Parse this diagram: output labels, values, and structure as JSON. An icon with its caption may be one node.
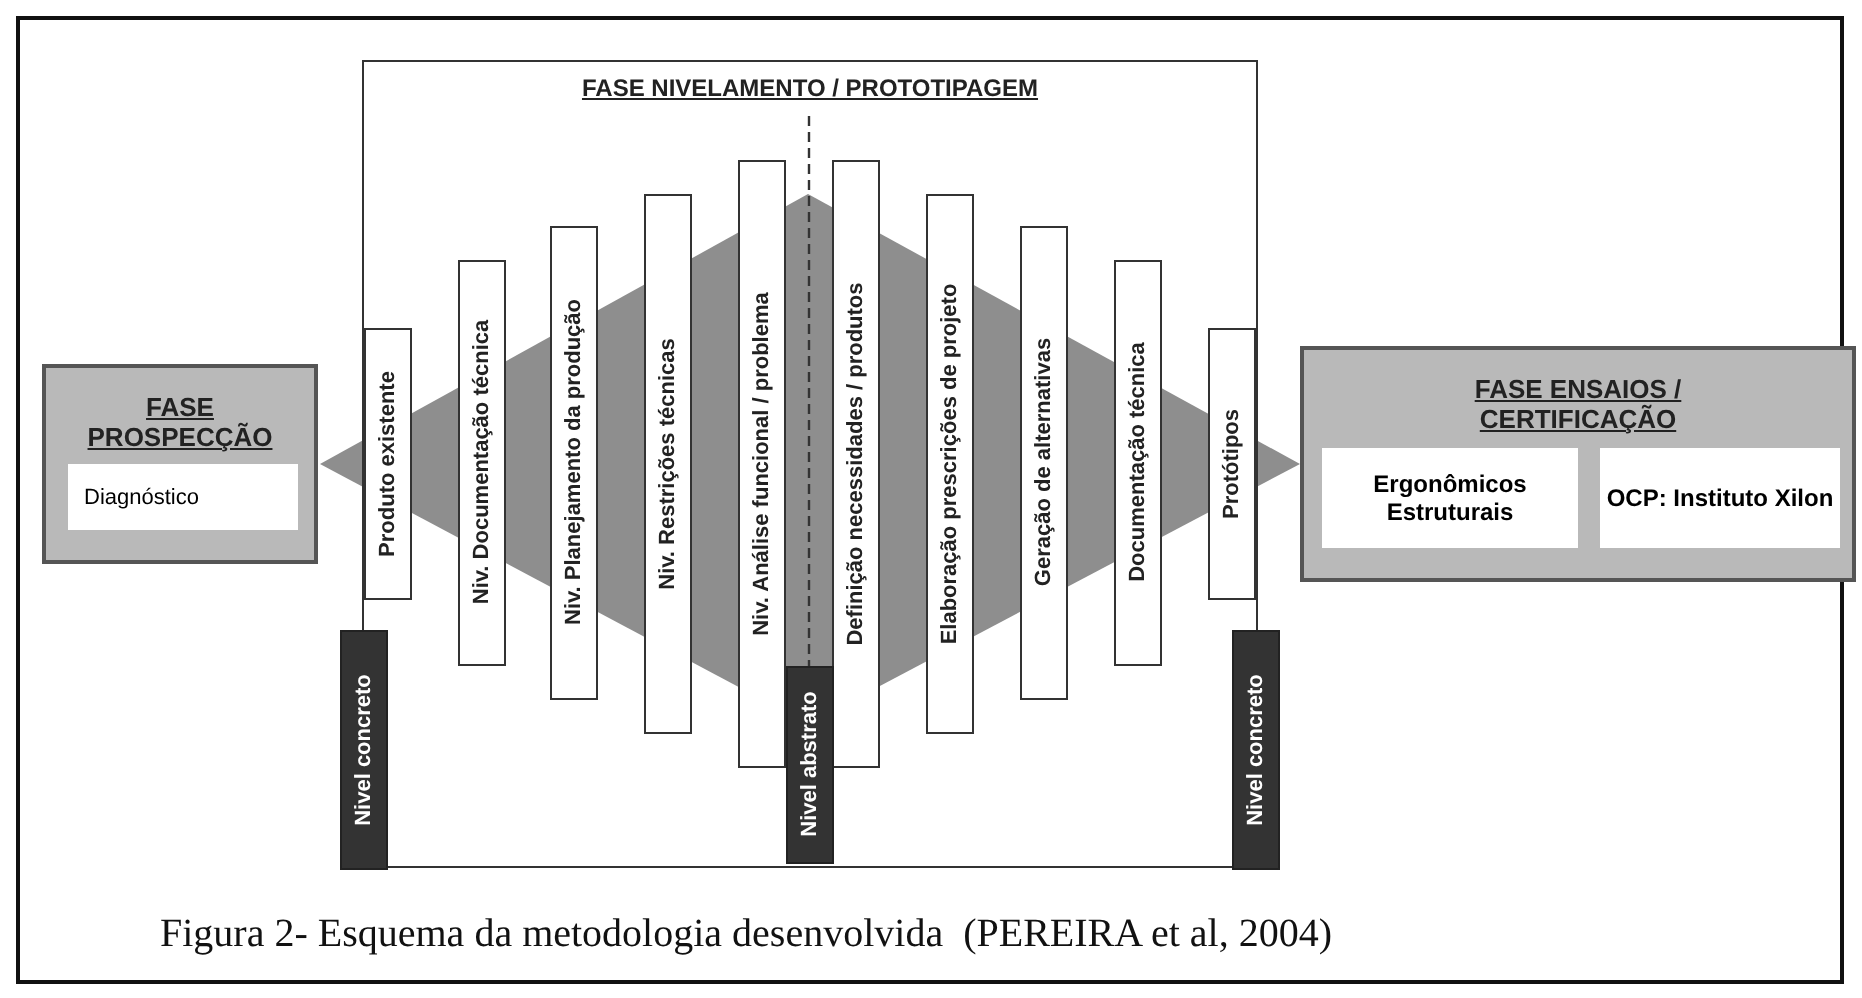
{
  "diagram": {
    "nodes": [
      {
        "text": [
          "FASE PROSPECÇÃO"
        ]
      },
      {
        "text": [
          "Diagnóstico"
        ],
        "in": 0
      },
      {
        "text": [
          "FASE NIVELAMENTO / PROTOTIPAGEM"
        ]
      },
      {
        "text": [
          "Produto existente"
        ],
        "in": 2
      },
      {
        "text": [
          "Niv. Documentação técnica"
        ],
        "in": 2
      },
      {
        "text": [
          "Niv. Planejamento da produção"
        ],
        "in": 2
      },
      {
        "text": [
          "Niv. Restrições técnicas"
        ],
        "in": 2
      },
      {
        "text": [
          "Niv. Análise funcional / problema"
        ],
        "in": 2
      },
      {
        "text": [
          "Definição necessidades / produtos"
        ],
        "in": 2
      },
      {
        "text": [
          "Elaboração prescrições de projeto"
        ],
        "in": 2
      },
      {
        "text": [
          "Geração de alternativas"
        ],
        "in": 2
      },
      {
        "text": [
          "Documentação técnica"
        ],
        "in": 2
      },
      {
        "text": [
          "Protótipos"
        ],
        "in": 2
      },
      {
        "text": [
          "Nivel concreto"
        ]
      },
      {
        "text": [
          "Nivel abstrato"
        ],
        "in": 2
      },
      {
        "text": [
          "Nivel concreto"
        ]
      },
      {
        "text": [
          "FASE ENSAIOS / CERTIFICAÇÃO"
        ]
      },
      {
        "text": [
          "Ergonômicos Estruturais"
        ],
        "in": 16
      },
      {
        "text": [
          "OCP: Instituto Xilon"
        ],
        "in": 16
      }
    ],
    "caption": "Figura 2- Esquema da metodologia desenvolvida  (PEREIRA et al, 2004)"
  }
}
